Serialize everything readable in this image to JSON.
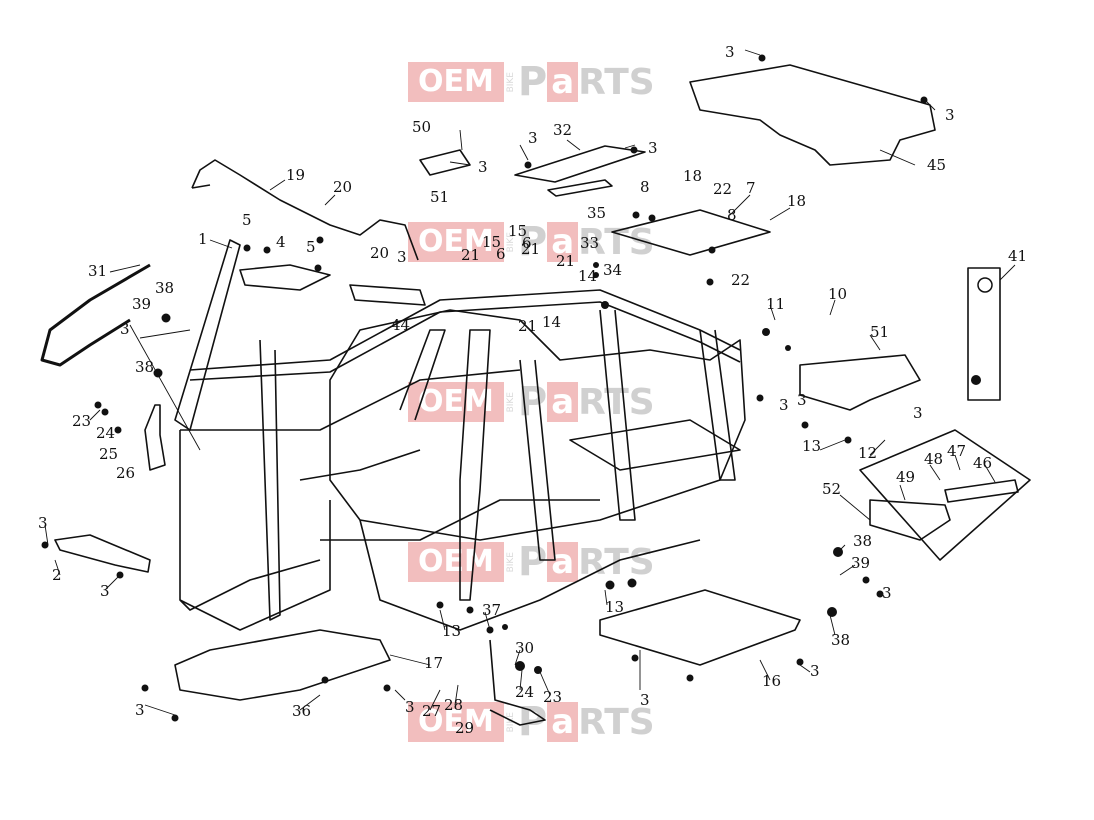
{
  "watermark": {
    "oem": "OEM",
    "bike": "BIKE",
    "p": "P",
    "a": "a",
    "rts": "RTS"
  },
  "callouts": [
    "1",
    "2",
    "3",
    "4",
    "5",
    "6",
    "7",
    "8",
    "10",
    "11",
    "12",
    "13",
    "14",
    "15",
    "16",
    "17",
    "18",
    "19",
    "20",
    "21",
    "22",
    "23",
    "24",
    "25",
    "26",
    "27",
    "28",
    "29",
    "30",
    "31",
    "32",
    "33",
    "34",
    "35",
    "36",
    "37",
    "38",
    "39",
    "41",
    "44",
    "45",
    "46",
    "47",
    "48",
    "49",
    "50",
    "51",
    "52"
  ]
}
